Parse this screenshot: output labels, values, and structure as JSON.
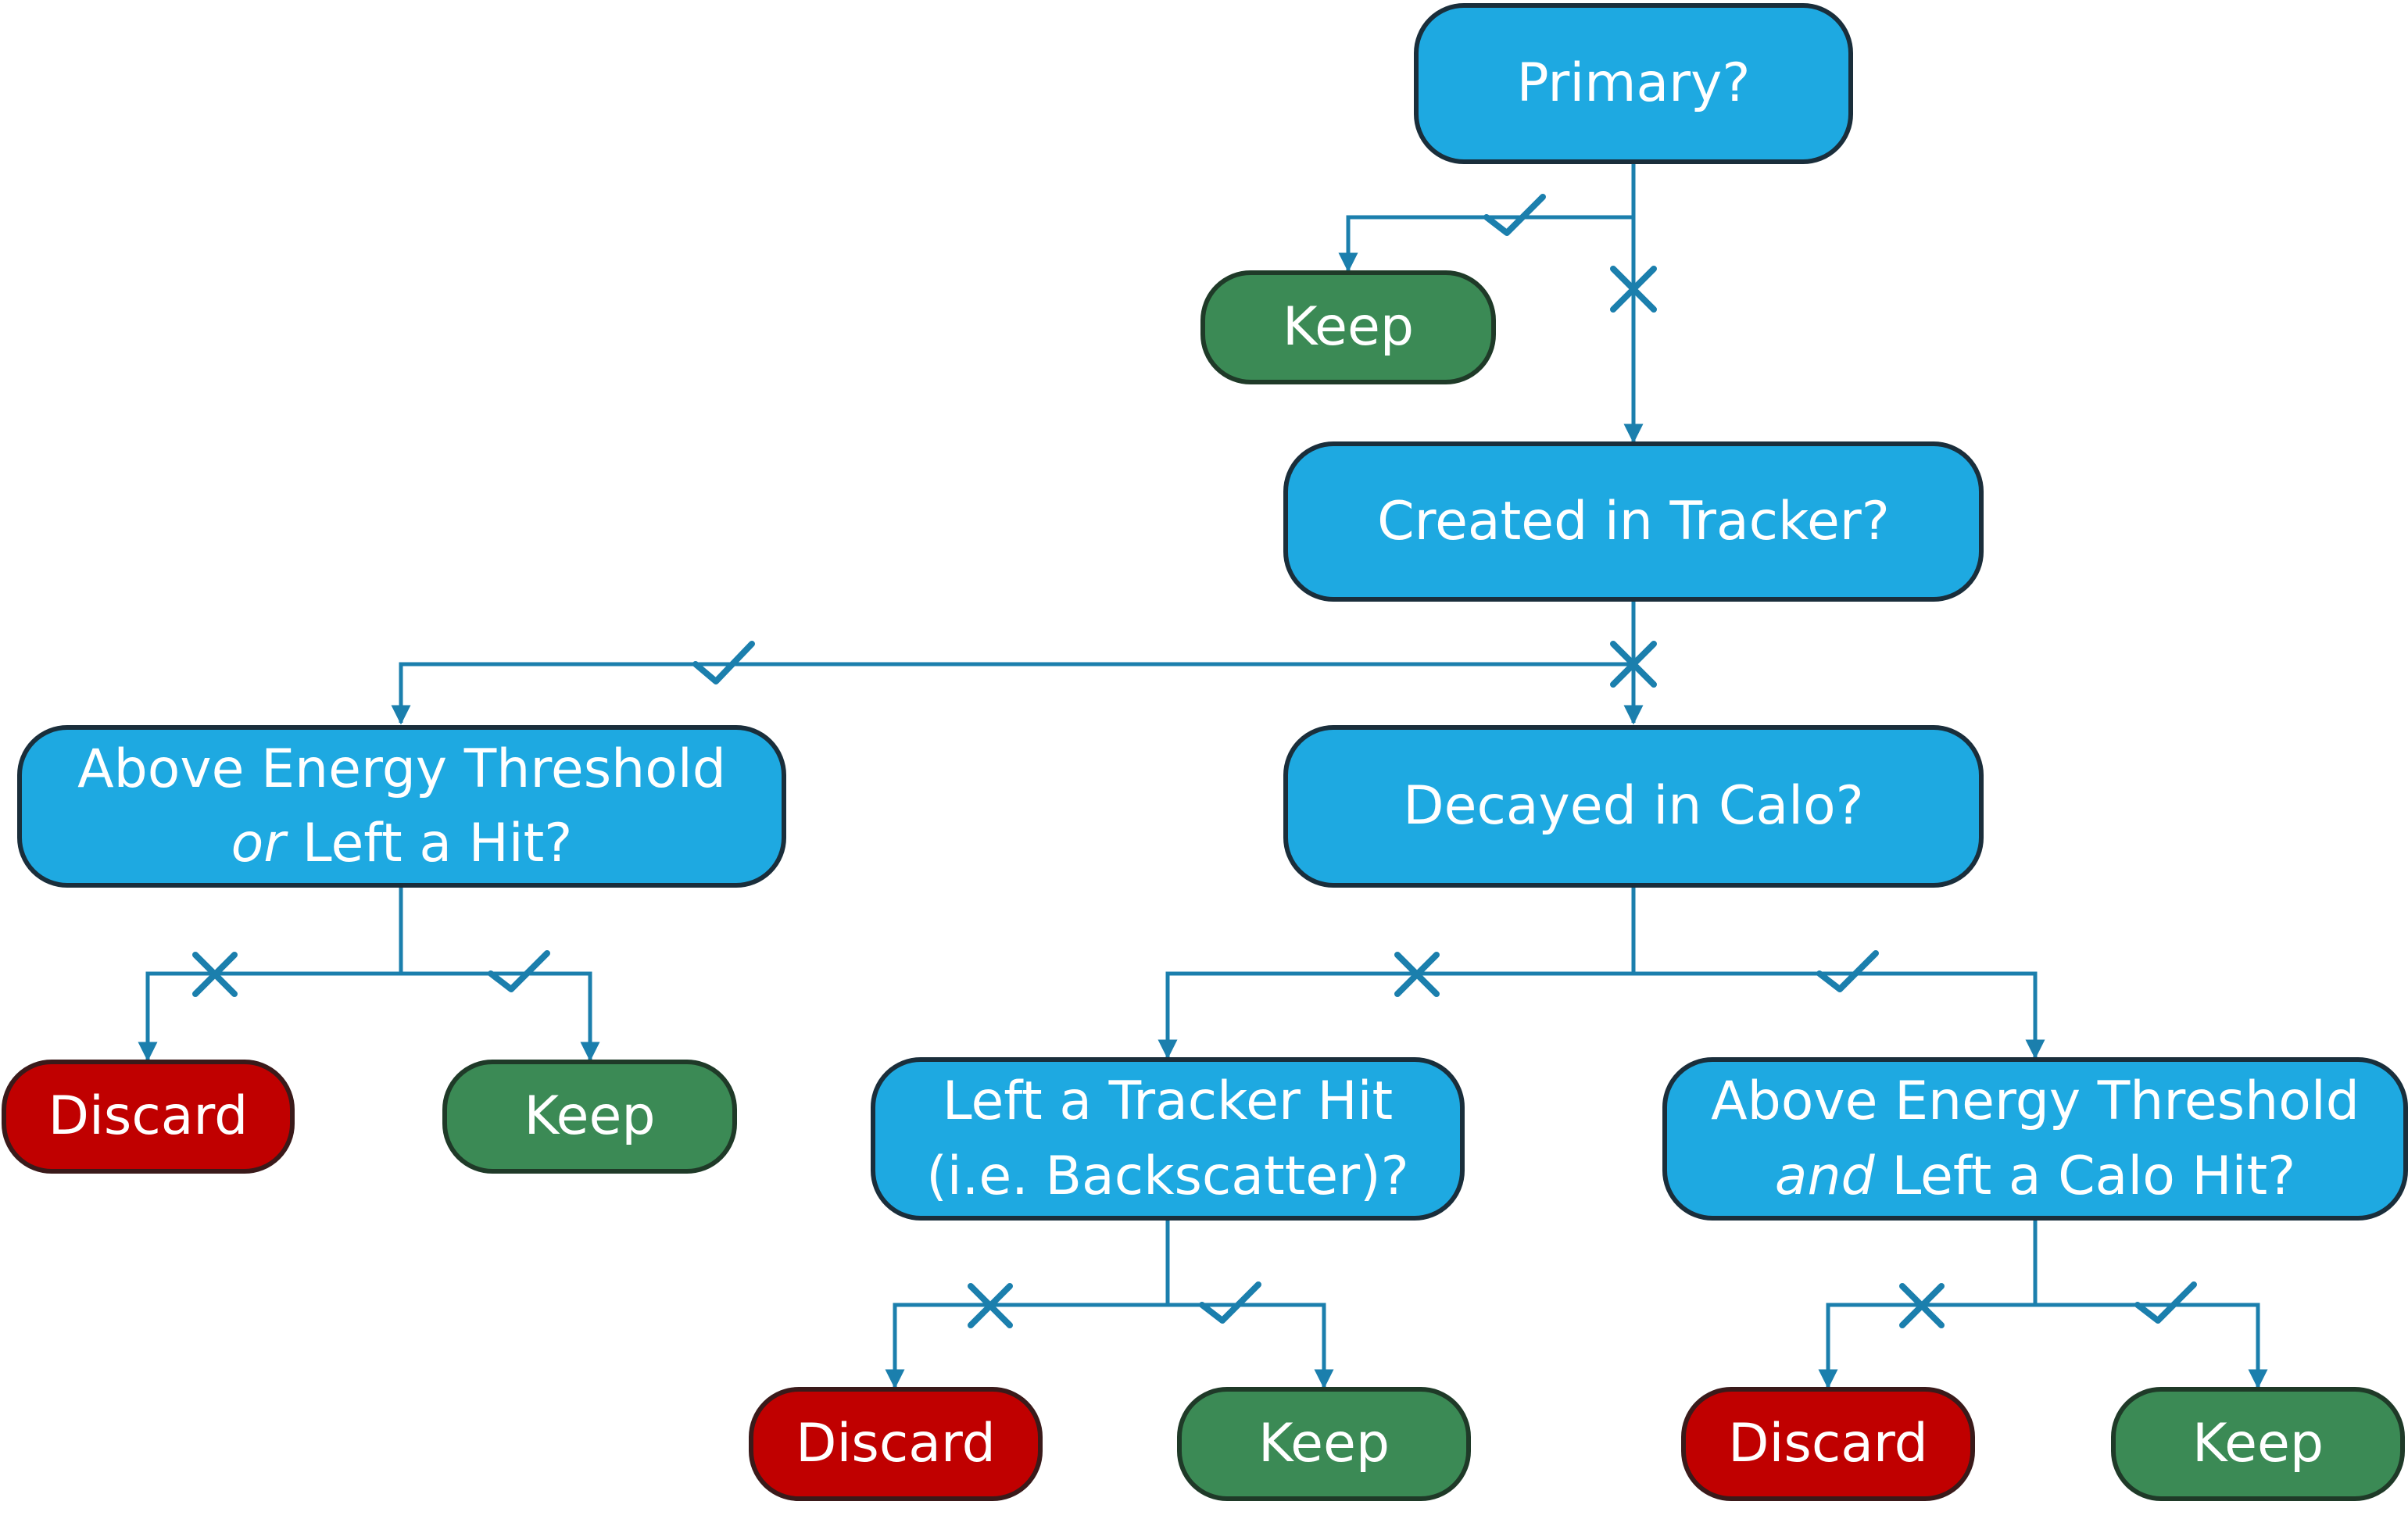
{
  "colors": {
    "question": "#1ea9e1",
    "keep": "#3b8a55",
    "discard": "#c00000",
    "connector": "#1b7fad",
    "border": "#1a2e3b"
  },
  "icons": {
    "yes": "check-icon",
    "no": "x-icon"
  },
  "nodes": {
    "primary": {
      "text": "Primary?"
    },
    "keep_primary": {
      "text": "Keep"
    },
    "created_tracker": {
      "text": "Created in Tracker?"
    },
    "above_energy_or": {
      "line1": "Above Energy Threshold",
      "line2_em": "or",
      "line2_rest": " Left a Hit?"
    },
    "decayed_calo": {
      "text": "Decayed in Calo?"
    },
    "discard_1": {
      "text": "Discard"
    },
    "keep_1": {
      "text": "Keep"
    },
    "left_tracker_hit": {
      "line1": "Left a Tracker Hit",
      "line2": "(i.e. Backscatter)?"
    },
    "above_energy_and": {
      "line1": "Above Energy Threshold",
      "line2_em": "and",
      "line2_rest": " Left a Calo Hit?"
    },
    "discard_2": {
      "text": "Discard"
    },
    "keep_2": {
      "text": "Keep"
    },
    "discard_3": {
      "text": "Discard"
    },
    "keep_3": {
      "text": "Keep"
    }
  }
}
